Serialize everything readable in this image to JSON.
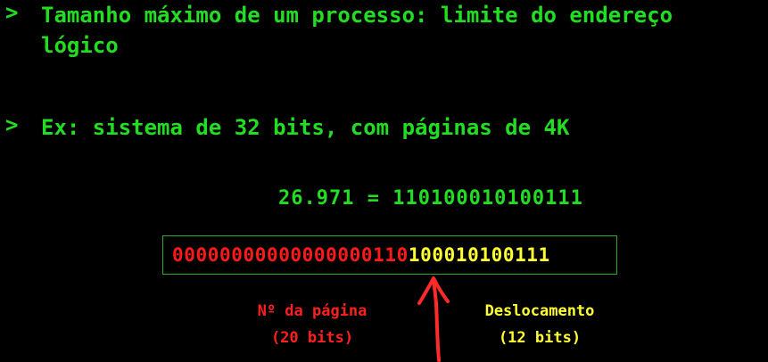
{
  "bullets": [
    {
      "marker": ">",
      "text": "Tamanho máximo de um processo: limite do endereço lógico"
    },
    {
      "marker": ">",
      "text": "Ex: sistema de 32 bits, com páginas de 4K"
    }
  ],
  "equation": "26.971 = 110100010100111",
  "address": {
    "page_bits": "00000000000000000110",
    "offset_bits": "100010100111"
  },
  "labels": {
    "page_title": "Nº da página",
    "page_size": "(20 bits)",
    "offset_title": "Deslocamento",
    "offset_size": "(12 bits)"
  },
  "colors": {
    "background": "#000000",
    "text_green": "#22dd22",
    "page_red": "#ff1a1a",
    "offset_yellow": "#ffff33",
    "annotation_arrow": "#ff2a2a"
  },
  "annotations": [
    "hand-drawn-red-arrow-up"
  ]
}
